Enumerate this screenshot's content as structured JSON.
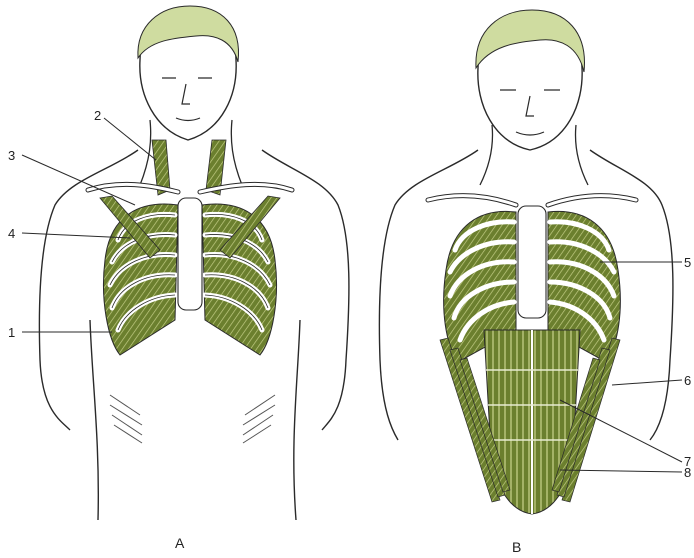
{
  "figure": {
    "panels": [
      {
        "id": "A",
        "caption": "A"
      },
      {
        "id": "B",
        "caption": "B"
      }
    ],
    "callouts": {
      "n1": "1",
      "n2": "2",
      "n3": "3",
      "n4": "4",
      "n5": "5",
      "n6": "6",
      "n7": "7",
      "n8": "8"
    },
    "colors": {
      "muscle": "#6b7f2e",
      "muscle_stripe": "#b9c47a",
      "hair": "#cfdca0",
      "outline": "#2a2a2a",
      "bone": "#ffffff"
    }
  }
}
